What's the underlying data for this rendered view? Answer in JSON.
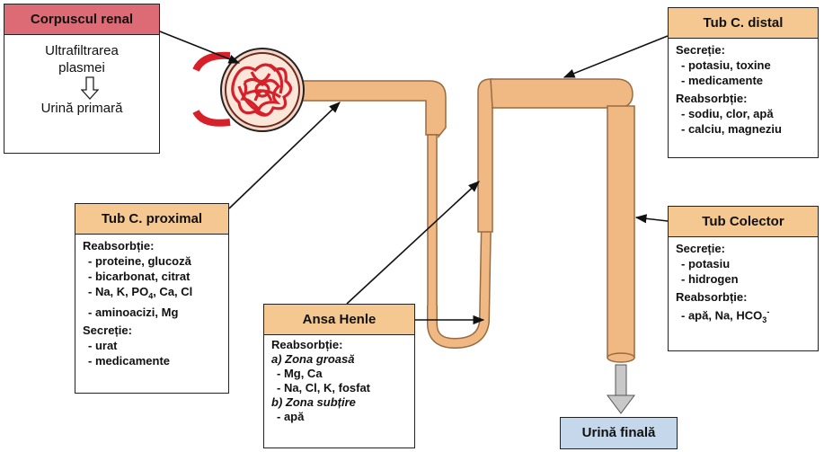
{
  "colors": {
    "red_title": "#dd6b75",
    "orange_title": "#f5c892",
    "blue_title": "#c5d7ea",
    "tubule_fill": "#f0b984",
    "tubule_stroke": "#9a6a40",
    "glomerulus": "#d6202a"
  },
  "corpuscul": {
    "title": "Corpuscul renal",
    "line1": "Ultrafiltrarea",
    "line2": "plasmei",
    "arrow_icon": "down-arrow-icon",
    "result": "Urină primară"
  },
  "proximal": {
    "title": "Tub C. proximal",
    "reabs_label": "Reabsorbție:",
    "reabs_items": [
      "- proteine, glucoză",
      "- bicarbonat, citrat",
      "- Na, K, PO",
      "- aminoacizi, Mg"
    ],
    "po_sub": "4",
    "na_suffix": ", Ca, Cl",
    "secr_label": "Secreție:",
    "secr_items": [
      "- urat",
      "- medicamente"
    ]
  },
  "henle": {
    "title": "Ansa Henle",
    "reabs_label": "Reabsorbție:",
    "zone_a": "a) Zona groasă",
    "zone_a_items": [
      "- Mg, Ca",
      "- Na, Cl, K, fosfat"
    ],
    "zone_b": "b) Zona subțire",
    "zone_b_items": [
      "- apă"
    ]
  },
  "distal": {
    "title": "Tub C. distal",
    "secr_label": "Secreție:",
    "secr_items": [
      "- potasiu, toxine",
      "- medicamente"
    ],
    "reabs_label": "Reabsorbție:",
    "reabs_items": [
      "- sodiu, clor, apă",
      "- calciu, magneziu"
    ]
  },
  "colector": {
    "title": "Tub Colector",
    "secr_label": "Secreție:",
    "secr_items": [
      "- potasiu",
      "- hidrogen"
    ],
    "reabs_label": "Reabsorbție:",
    "reabs_item": "- apă, Na, HCO",
    "hco_sub": "3",
    "hco_sup": "-"
  },
  "final": {
    "label": "Urină finală"
  }
}
